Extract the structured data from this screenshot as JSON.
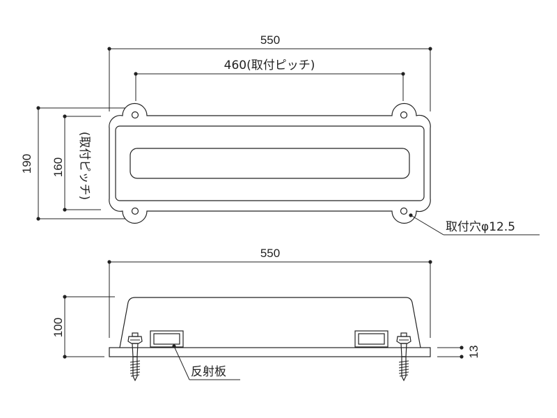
{
  "top_view": {
    "overall_width": "550",
    "mount_pitch_width": "460(取付ピッチ)",
    "overall_height": "190",
    "mount_pitch_height_value": "160",
    "mount_pitch_height_note": "(取付ピッチ)",
    "hole_callout": "取付穴φ12.5"
  },
  "side_view": {
    "overall_width": "550",
    "height": "100",
    "base_thickness": "13",
    "reflector_label": "反射板"
  }
}
